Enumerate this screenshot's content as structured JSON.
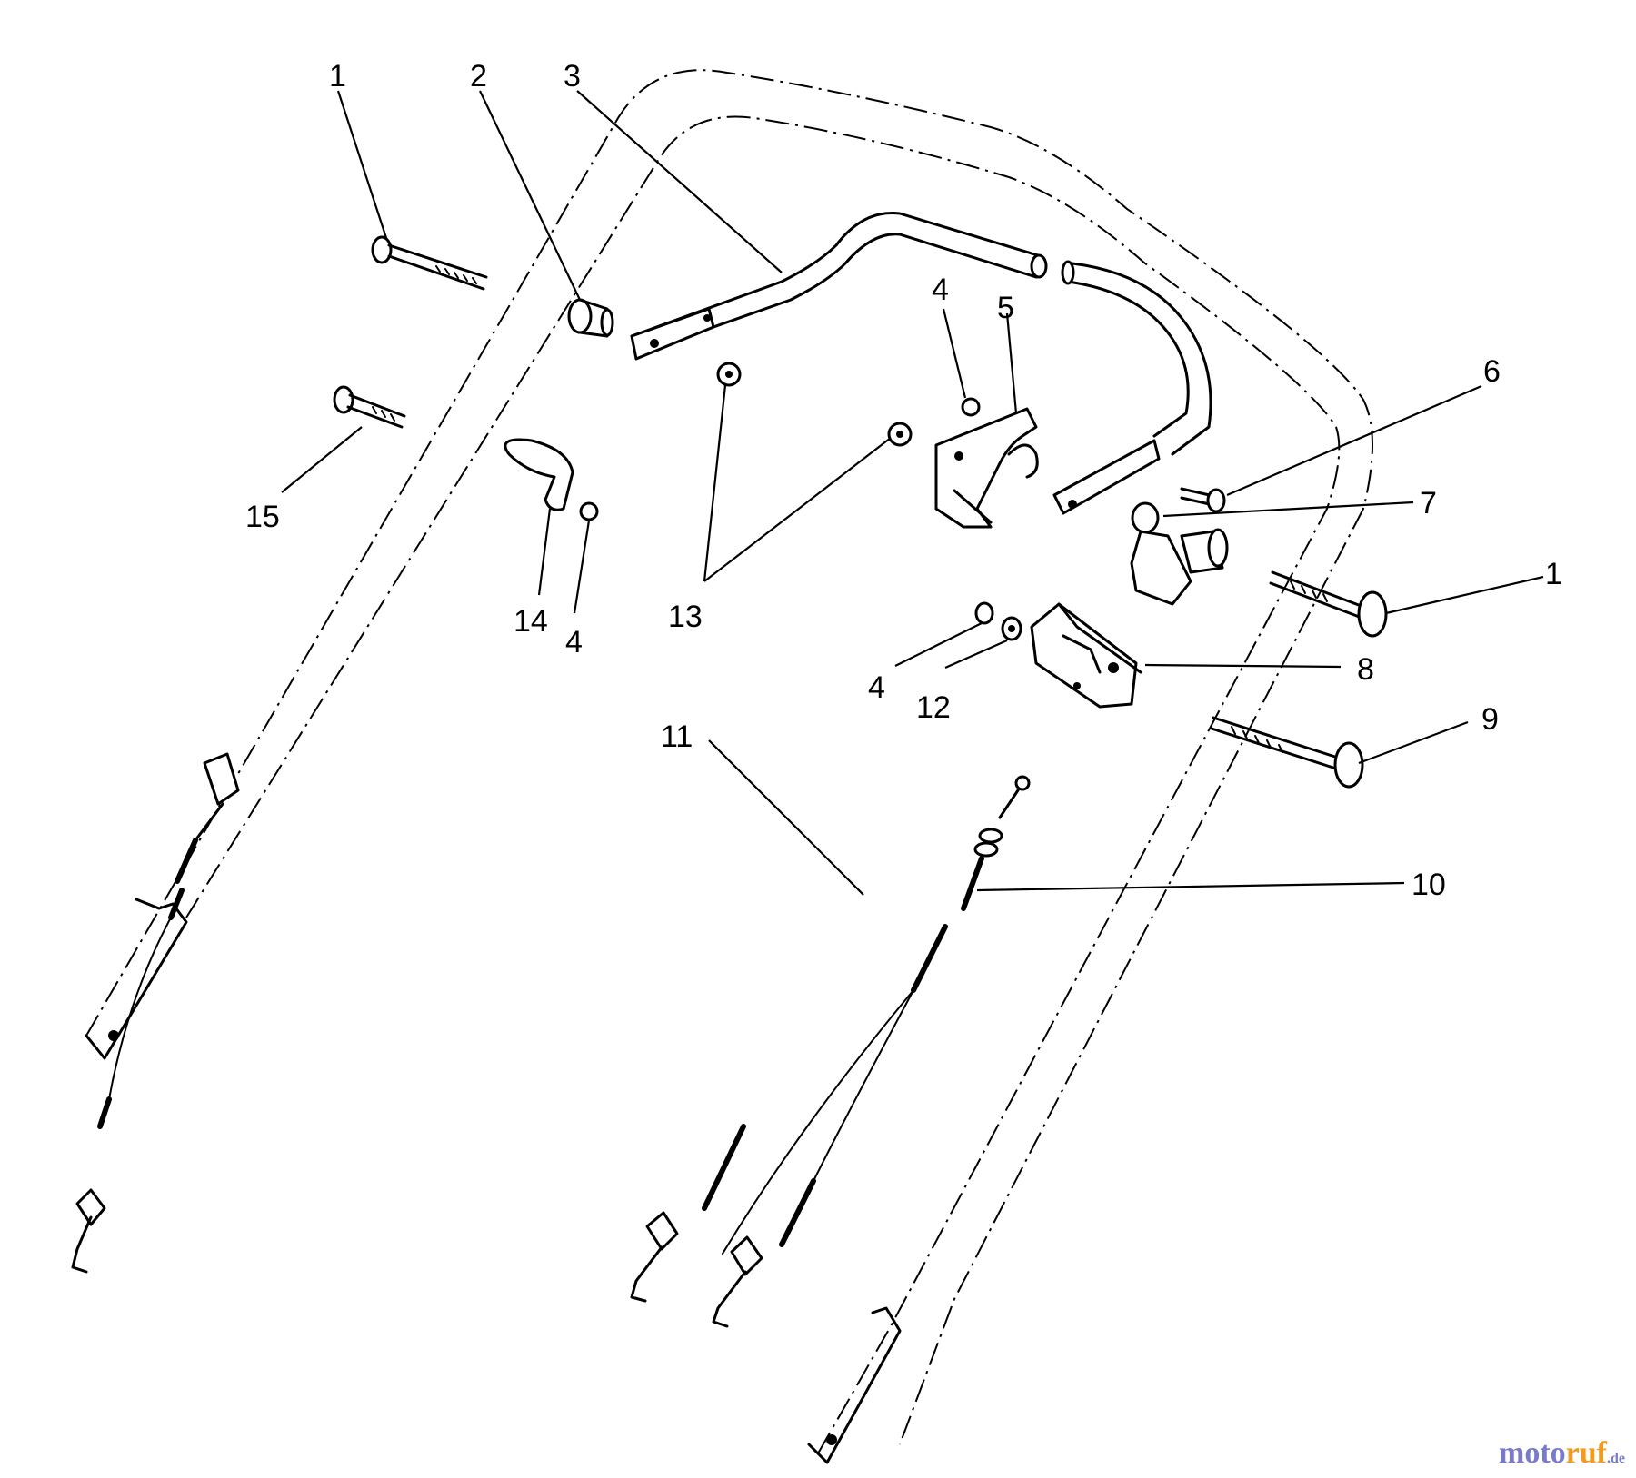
{
  "callouts": [
    {
      "id": "1a",
      "text": "1"
    },
    {
      "id": "2",
      "text": "2"
    },
    {
      "id": "3",
      "text": "3"
    },
    {
      "id": "4a",
      "text": "4"
    },
    {
      "id": "5",
      "text": "5"
    },
    {
      "id": "6",
      "text": "6"
    },
    {
      "id": "7",
      "text": "7"
    },
    {
      "id": "1b",
      "text": "1"
    },
    {
      "id": "15",
      "text": "15"
    },
    {
      "id": "14",
      "text": "14"
    },
    {
      "id": "4b",
      "text": "4"
    },
    {
      "id": "13",
      "text": "13"
    },
    {
      "id": "8",
      "text": "8"
    },
    {
      "id": "4c",
      "text": "4"
    },
    {
      "id": "12",
      "text": "12"
    },
    {
      "id": "9",
      "text": "9"
    },
    {
      "id": "11",
      "text": "11"
    },
    {
      "id": "10",
      "text": "10"
    }
  ],
  "watermark": {
    "part1": "moto",
    "part2": "ruf",
    "part3": ".de"
  },
  "colors": {
    "line": "#000000",
    "background": "#ffffff",
    "watermark_blue": "#7a7acb",
    "watermark_orange": "#f39b1e"
  }
}
